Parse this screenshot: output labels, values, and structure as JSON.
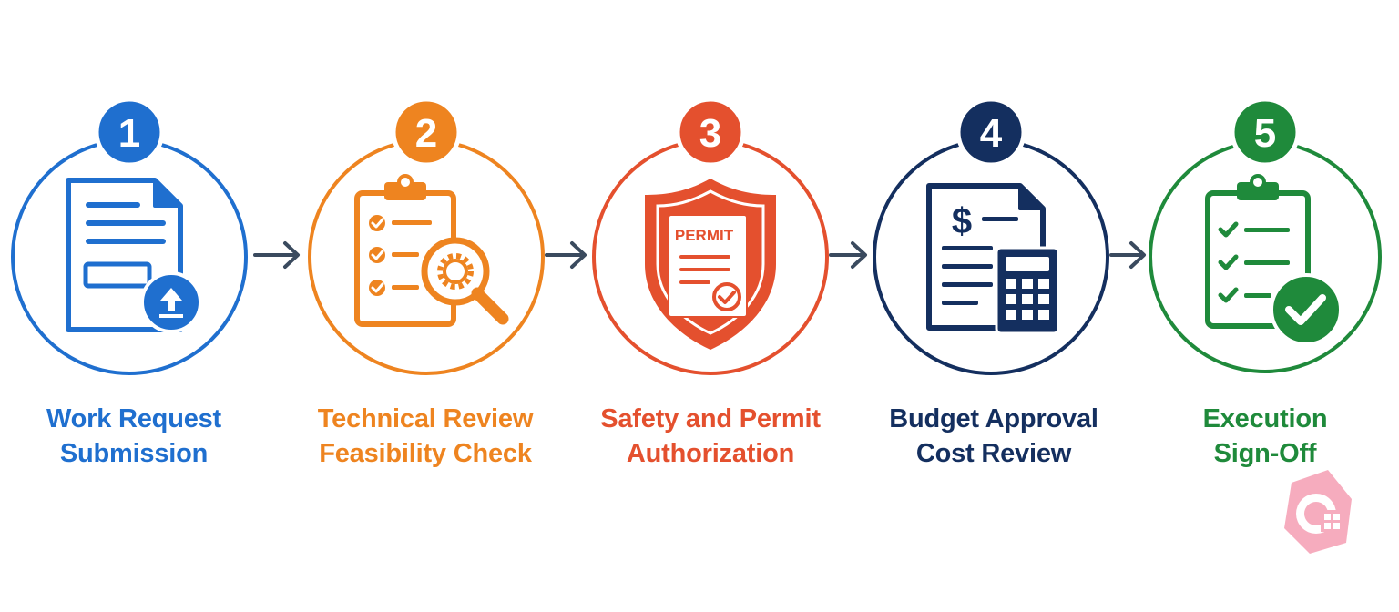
{
  "colors": {
    "blue": "#1f6fcf",
    "orange": "#ee8420",
    "red": "#e4502e",
    "navy": "#142f5f",
    "green": "#1f8a3b",
    "arrow": "#3a4a5e"
  },
  "steps": [
    {
      "number": "1",
      "line1": "Work Request",
      "line2": "Submission",
      "color": "#1f6fcf",
      "icon": "document-upload-icon"
    },
    {
      "number": "2",
      "line1": "Technical Review",
      "line2": "Feasibility Check",
      "color": "#ee8420",
      "icon": "clipboard-magnifier-gear-icon"
    },
    {
      "number": "3",
      "line1": "Safety and Permit",
      "line2": "Authorization",
      "color": "#e4502e",
      "icon": "shield-permit-icon",
      "icon_text": "PERMIT"
    },
    {
      "number": "4",
      "line1": "Budget Approval",
      "line2": "Cost Review",
      "color": "#142f5f",
      "icon": "document-calculator-icon",
      "icon_text": "$"
    },
    {
      "number": "5",
      "line1": "Execution",
      "line2": "Sign-Off",
      "color": "#1f8a3b",
      "icon": "clipboard-check-icon"
    }
  ],
  "connectors": [
    "arrow-right-icon",
    "arrow-right-icon",
    "arrow-right-icon",
    "arrow-right-icon"
  ],
  "watermark": {
    "icon": "logo-watermark-icon"
  }
}
